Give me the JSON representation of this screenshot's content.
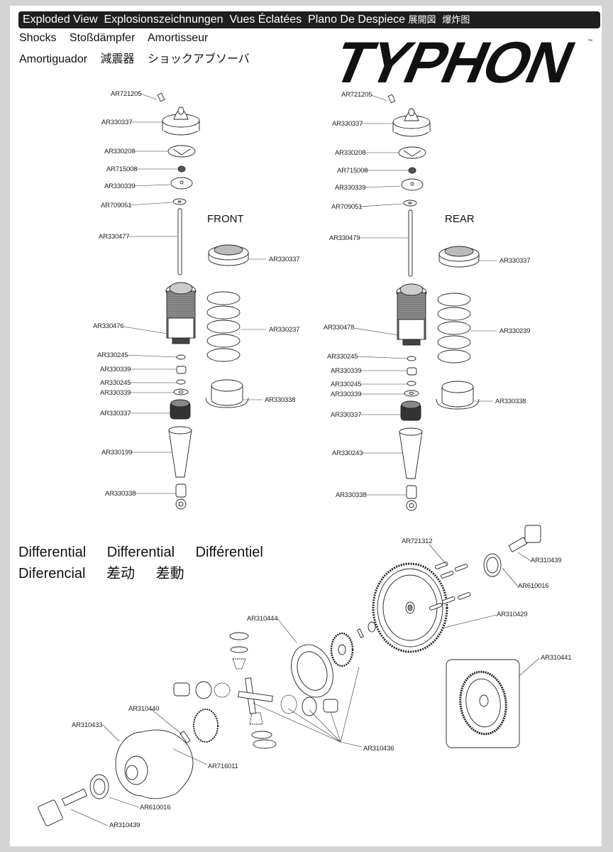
{
  "header": {
    "title_parts": [
      "Exploded View",
      "Explosionszeichnungen",
      "Vues Éclatées",
      "Plano De Despiece",
      "展開図",
      "爆炸图"
    ]
  },
  "brand": {
    "logo_text": "TYPHON",
    "trademark": "™"
  },
  "shocks": {
    "headings_line1": [
      "Shocks",
      "Stoßdämpfer",
      "Amortisseur"
    ],
    "headings_line2": [
      "Amortiguador",
      "減震器",
      "ショックアブソーバ"
    ],
    "front": {
      "label": "FRONT",
      "parts": [
        "AR721205",
        "AR330337",
        "AR330208",
        "AR715008",
        "AR330339",
        "AR709051",
        "AR330477",
        "AR330476",
        "AR330245",
        "AR330339",
        "AR330245",
        "AR330339",
        "AR330337",
        "AR330199",
        "AR330338"
      ],
      "side_parts": [
        "AR330337",
        "AR330237",
        "AR330338"
      ]
    },
    "rear": {
      "label": "REAR",
      "parts": [
        "AR721205",
        "AR330337",
        "AR330208",
        "AR715008",
        "AR330339",
        "AR709051",
        "AR330479",
        "AR330478",
        "AR330245",
        "AR330339",
        "AR330245",
        "AR330339",
        "AR330337",
        "AR330243",
        "AR330338"
      ],
      "side_parts": [
        "AR330337",
        "AR330239",
        "AR330338"
      ]
    }
  },
  "differential": {
    "headings_line1": [
      "Differential",
      "Differential",
      "Différentiel"
    ],
    "headings_line2": [
      "Diferencial",
      "差动",
      "差動"
    ],
    "parts": {
      "AR721312": "AR721312",
      "AR310439_top": "AR310439",
      "AR610016_top": "AR610016",
      "AR310429": "AR310429",
      "AR310444": "AR310444",
      "AR310441": "AR310441",
      "AR310440": "AR310440",
      "AR310433": "AR310433",
      "AR310436": "AR310436",
      "AR716011": "AR716011",
      "AR610016_bottom": "AR610016",
      "AR310439_bottom": "AR310439"
    }
  }
}
